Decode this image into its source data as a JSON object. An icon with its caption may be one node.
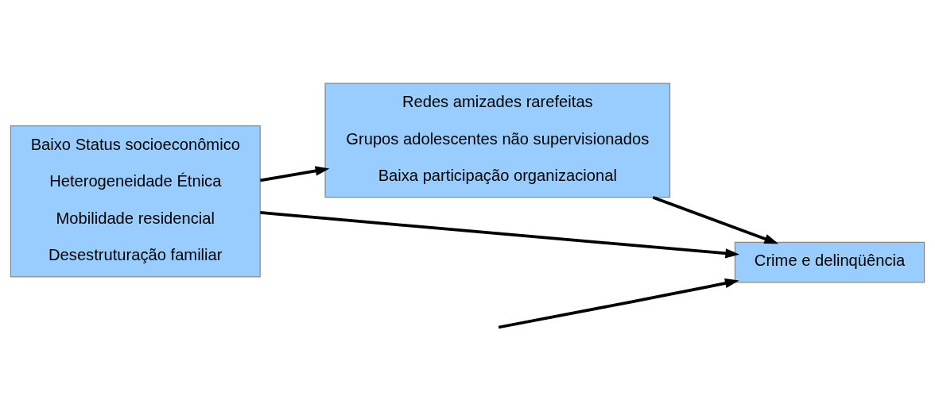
{
  "diagram": {
    "nodes": [
      {
        "text": [
          "Baixo Status socioeconômico",
          "Heterogeneidade Étnica",
          "Mobilidade residencial",
          "Desestruturação familiar"
        ]
      },
      {
        "text": [
          "Redes amizades rarefeitas",
          "Grupos adolescentes não supervisionados",
          "Baixa participação organizacional"
        ]
      },
      {
        "text": [
          "Crime e delinqüência"
        ]
      }
    ],
    "edges": [
      {
        "from": 0,
        "to": 2,
        "arrow": "to"
      },
      {
        "from": 0,
        "to": 1,
        "arrow": "to"
      },
      {
        "from": 1,
        "to": 2,
        "arrow": "to"
      },
      {
        "from": null,
        "to": 2,
        "arrow": "to"
      }
    ]
  }
}
